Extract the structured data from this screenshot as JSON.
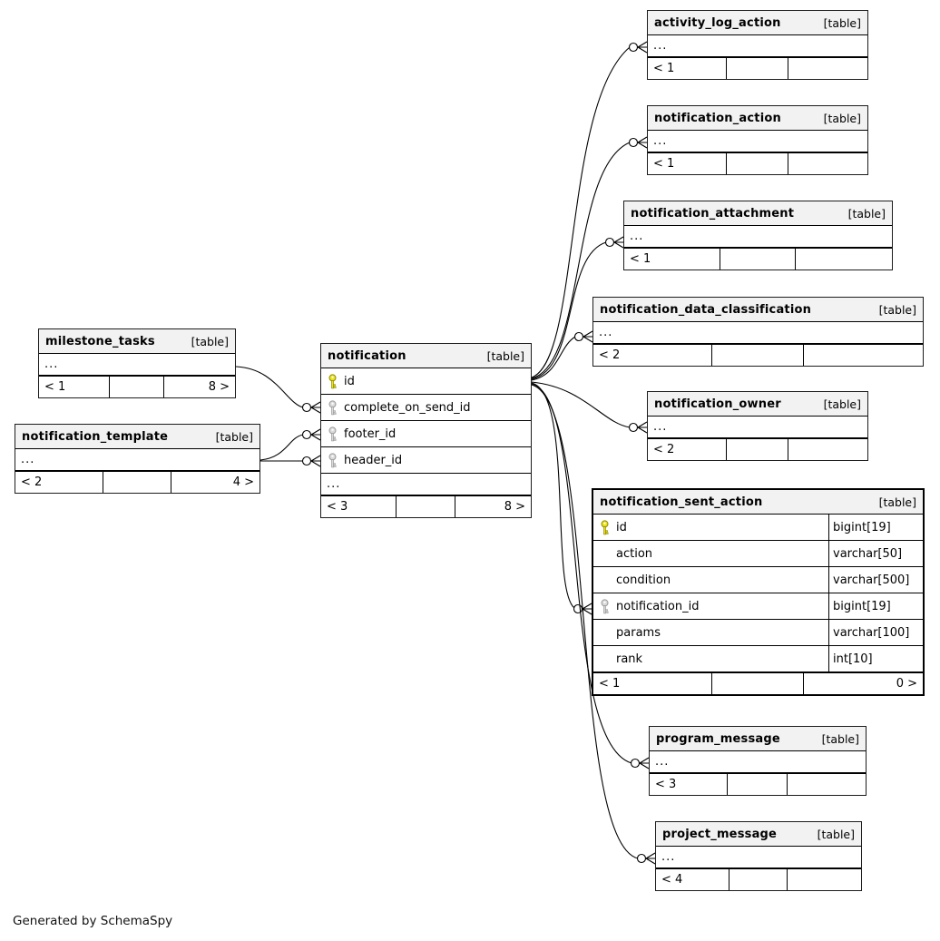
{
  "diagram": {
    "generated_by": "Generated by SchemaSpy",
    "colors": {
      "pk_key_fill": "#e9e31c",
      "pk_key_stroke": "#8f8a00",
      "fk_key_fill": "#dadada",
      "fk_key_stroke": "#9a9a9a",
      "header_bg": "#f2f2f2",
      "line": "#000000"
    },
    "tables": [
      {
        "id": "activity_log_action",
        "name": "activity_log_action",
        "type_label": "[table]",
        "rows": [
          {
            "label": "...",
            "key": null,
            "type": null
          }
        ],
        "footer": {
          "left": "< 1",
          "center": "",
          "right": ""
        }
      },
      {
        "id": "notification_action",
        "name": "notification_action",
        "type_label": "[table]",
        "rows": [
          {
            "label": "...",
            "key": null,
            "type": null
          }
        ],
        "footer": {
          "left": "< 1",
          "center": "",
          "right": ""
        }
      },
      {
        "id": "notification_attachment",
        "name": "notification_attachment",
        "type_label": "[table]",
        "rows": [
          {
            "label": "...",
            "key": null,
            "type": null
          }
        ],
        "footer": {
          "left": "< 1",
          "center": "",
          "right": ""
        }
      },
      {
        "id": "notification_data_classification",
        "name": "notification_data_classification",
        "type_label": "[table]",
        "rows": [
          {
            "label": "...",
            "key": null,
            "type": null
          }
        ],
        "footer": {
          "left": "< 2",
          "center": "",
          "right": ""
        }
      },
      {
        "id": "notification_owner",
        "name": "notification_owner",
        "type_label": "[table]",
        "rows": [
          {
            "label": "...",
            "key": null,
            "type": null
          }
        ],
        "footer": {
          "left": "< 2",
          "center": "",
          "right": ""
        }
      },
      {
        "id": "notification_sent_action",
        "name": "notification_sent_action",
        "type_label": "[table]",
        "rows": [
          {
            "label": "id",
            "key": "pk",
            "type": "bigint[19]"
          },
          {
            "label": "action",
            "key": null,
            "type": "varchar[50]"
          },
          {
            "label": "condition",
            "key": null,
            "type": "varchar[500]"
          },
          {
            "label": "notification_id",
            "key": "fk",
            "type": "bigint[19]"
          },
          {
            "label": "params",
            "key": null,
            "type": "varchar[100]"
          },
          {
            "label": "rank",
            "key": null,
            "type": "int[10]"
          }
        ],
        "footer": {
          "left": "< 1",
          "center": "",
          "right": "0 >"
        }
      },
      {
        "id": "program_message",
        "name": "program_message",
        "type_label": "[table]",
        "rows": [
          {
            "label": "...",
            "key": null,
            "type": null
          }
        ],
        "footer": {
          "left": "< 3",
          "center": "",
          "right": ""
        }
      },
      {
        "id": "project_message",
        "name": "project_message",
        "type_label": "[table]",
        "rows": [
          {
            "label": "...",
            "key": null,
            "type": null
          }
        ],
        "footer": {
          "left": "< 4",
          "center": "",
          "right": ""
        }
      },
      {
        "id": "milestone_tasks",
        "name": "milestone_tasks",
        "type_label": "[table]",
        "rows": [
          {
            "label": "...",
            "key": null,
            "type": null
          }
        ],
        "footer": {
          "left": "< 1",
          "center": "",
          "right": "8 >"
        }
      },
      {
        "id": "notification_template",
        "name": "notification_template",
        "type_label": "[table]",
        "rows": [
          {
            "label": "...",
            "key": null,
            "type": null
          }
        ],
        "footer": {
          "left": "< 2",
          "center": "",
          "right": "4 >"
        }
      },
      {
        "id": "notification",
        "name": "notification",
        "type_label": "[table]",
        "rows": [
          {
            "label": "id",
            "key": "pk",
            "type": null
          },
          {
            "label": "complete_on_send_id",
            "key": "fk",
            "type": null
          },
          {
            "label": "footer_id",
            "key": "fk",
            "type": null
          },
          {
            "label": "header_id",
            "key": "fk",
            "type": null
          },
          {
            "label": "...",
            "key": null,
            "type": null
          }
        ],
        "footer": {
          "left": "< 3",
          "center": "",
          "right": "8 >"
        }
      }
    ]
  }
}
